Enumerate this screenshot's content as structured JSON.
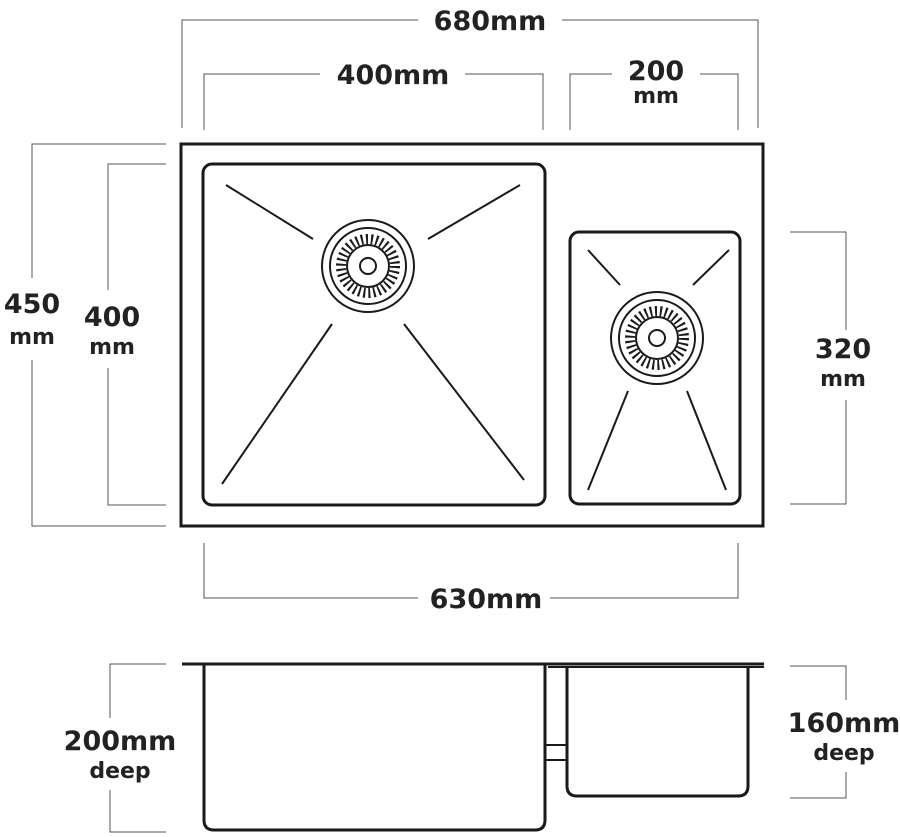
{
  "dimensions": {
    "overall_width": "680mm",
    "left_bowl_width": "400mm",
    "right_bowl_width_value": "200",
    "right_bowl_width_unit": "mm",
    "overall_depth_value": "450",
    "overall_depth_unit": "mm",
    "left_bowl_depth_value": "400",
    "left_bowl_depth_unit": "mm",
    "right_bowl_depth_value": "320",
    "right_bowl_depth_unit": "mm",
    "bowls_span": "630mm",
    "left_bowl_height_value": "200mm",
    "left_bowl_height_unit": "deep",
    "right_bowl_height_value": "160mm",
    "right_bowl_height_unit": "deep"
  },
  "colors": {
    "line": "#1a1a1a",
    "dimension_line": "#555555",
    "text": "#222222",
    "background": "#ffffff"
  }
}
